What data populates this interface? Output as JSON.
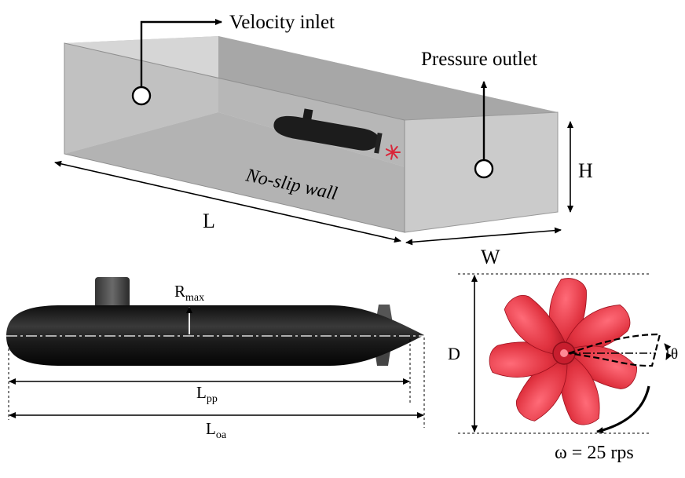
{
  "domain": {
    "inlet_label": "Velocity inlet",
    "outlet_label": "Pressure outlet",
    "wall_label": "No-slip wall",
    "length_label": "L",
    "width_label": "W",
    "height_label": "H"
  },
  "hull": {
    "rmax_main": "R",
    "rmax_sub": "max",
    "lpp_main": "L",
    "lpp_sub": "pp",
    "loa_main": "L",
    "loa_sub": "oa"
  },
  "propeller": {
    "diameter_label": "D",
    "angle_label": "θ",
    "speed_label": "ω = 25 rps",
    "blade_count": 7
  },
  "colors": {
    "domain_fill": "#c4c4c4",
    "hull": "#1c1c1c",
    "propeller": "#d9273a"
  }
}
